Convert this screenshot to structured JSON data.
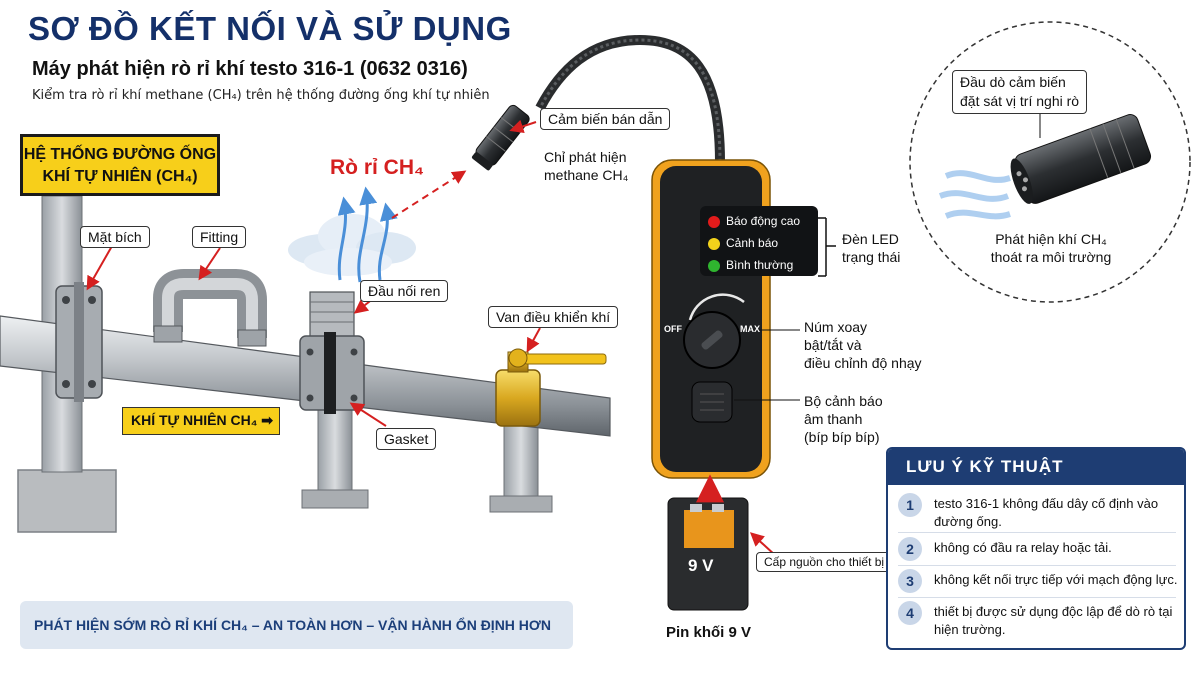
{
  "header": {
    "title": "SƠ ĐỒ KẾT NỐI VÀ SỬ DỤNG",
    "subtitle": "Máy phát hiện rò rỉ khí testo 316-1 (0632 0316)",
    "description": "Kiểm tra rò rỉ khí methane (CH₄) trên hệ thống đường ống khí tự nhiên"
  },
  "pipeline": {
    "sign_line1": "HỆ THỐNG ĐƯỜNG ỐNG",
    "sign_line2": "KHÍ TỰ NHIÊN (CH₄)",
    "flange": "Mặt bích",
    "fitting": "Fitting",
    "threaded_joint": "Đầu nối ren",
    "valve": "Van điều khiển khí",
    "gasket": "Gasket",
    "flow_label": "KHÍ TỰ NHIÊN CH₄ ➡",
    "leak_label": "Rò rỉ CH₄"
  },
  "device": {
    "sensor_callout": "Cảm biến bán dẫn",
    "sensor_note_line1": "Chỉ phát hiện",
    "sensor_note_line2": "methane CH₄",
    "leds": [
      {
        "label": "Báo động cao",
        "color": "#e21b1b"
      },
      {
        "label": "Cảnh báo",
        "color": "#f2d21b"
      },
      {
        "label": "Bình thường",
        "color": "#2fb52f"
      }
    ],
    "led_group_line1": "Đèn LED",
    "led_group_line2": "trạng thái",
    "knob_off": "OFF",
    "knob_max": "MAX",
    "knob_line1": "Núm xoay",
    "knob_line2": "bật/tắt và",
    "knob_line3": "điều chỉnh độ nhạy",
    "buzzer_line1": "Bộ cảnh báo",
    "buzzer_line2": "âm thanh",
    "buzzer_line3": "(bíp bíp bíp)"
  },
  "battery": {
    "voltage": "9 V",
    "callout": "Cấp nguồn cho thiết bị",
    "caption": "Pin khối 9 V"
  },
  "zoom": {
    "callout_line1": "Đầu dò cảm biến",
    "callout_line2": "đặt sát vị trí nghi rò",
    "caption_line1": "Phát hiện khí CH₄",
    "caption_line2": "thoát ra môi trường"
  },
  "banner": {
    "text": "PHÁT HIỆN SỚM RÒ RỈ KHÍ CH₄  –  AN TOÀN HƠN  –  VẬN HÀNH ỔN ĐỊNH HƠN"
  },
  "notes": {
    "title": "LƯU Ý KỸ THUẬT",
    "items": [
      {
        "num": "1",
        "text": "testo 316-1 không đấu dây cố định vào đường ống."
      },
      {
        "num": "2",
        "text": "không có đầu ra relay hoặc tải."
      },
      {
        "num": "3",
        "text": "không kết nối trực tiếp với mạch động lực."
      },
      {
        "num": "4",
        "text": "thiết bị được sử dụng độc lập để dò rò tại hiện trường."
      }
    ]
  },
  "colors": {
    "title_blue": "#14306a",
    "sign_yellow": "#f7cf1a",
    "leak_red": "#d52020",
    "device_orange": "#f0a21e",
    "note_blue": "#1e3d73"
  }
}
